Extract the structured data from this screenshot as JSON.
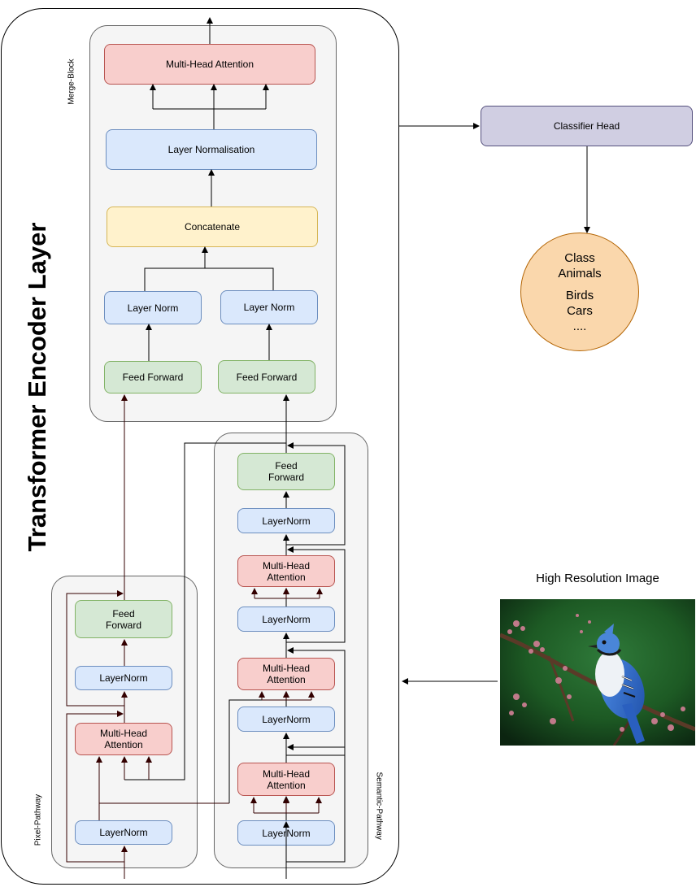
{
  "title": "Transformer Encoder Layer",
  "merge_block": {
    "label": "Merge-Block",
    "mha": "Multi-Head Attention",
    "layer_norm": "Layer Normalisation",
    "concat": "Concatenate",
    "ln_left": "Layer Norm",
    "ln_right": "Layer Norm",
    "ff_left": "Feed Forward",
    "ff_right": "Feed Forward"
  },
  "pixel_pathway": {
    "label": "Pixel-Pathway",
    "ff": "Feed\nForward",
    "ln_top": "LayerNorm",
    "mha": "Multi-Head\nAttention",
    "ln_bottom": "LayerNorm"
  },
  "semantic_pathway": {
    "label": "Semantic-Pathway",
    "ff": "Feed\nForward",
    "ln4": "LayerNorm",
    "mha3": "Multi-Head\nAttention",
    "ln3": "LayerNorm",
    "mha2": "Multi-Head\nAttention",
    "ln2": "LayerNorm",
    "mha1": "Multi-Head\nAttention",
    "ln1": "LayerNorm"
  },
  "classifier": {
    "label": "Classifier Head",
    "output_lines": [
      "Class",
      "Animals",
      "Birds",
      "Cars",
      "...."
    ]
  },
  "input_image": {
    "title": "High Resolution Image",
    "icon": "blue-jay-bird-photo"
  },
  "colors": {
    "attention_fill": "#f8cecc",
    "norm_fill": "#dae8fc",
    "ff_fill": "#d5e8d4",
    "concat_fill": "#fff2cc",
    "classifier_fill": "#d0cee2",
    "output_fill": "#fad7ac",
    "pixel_arrow": "#330000"
  }
}
